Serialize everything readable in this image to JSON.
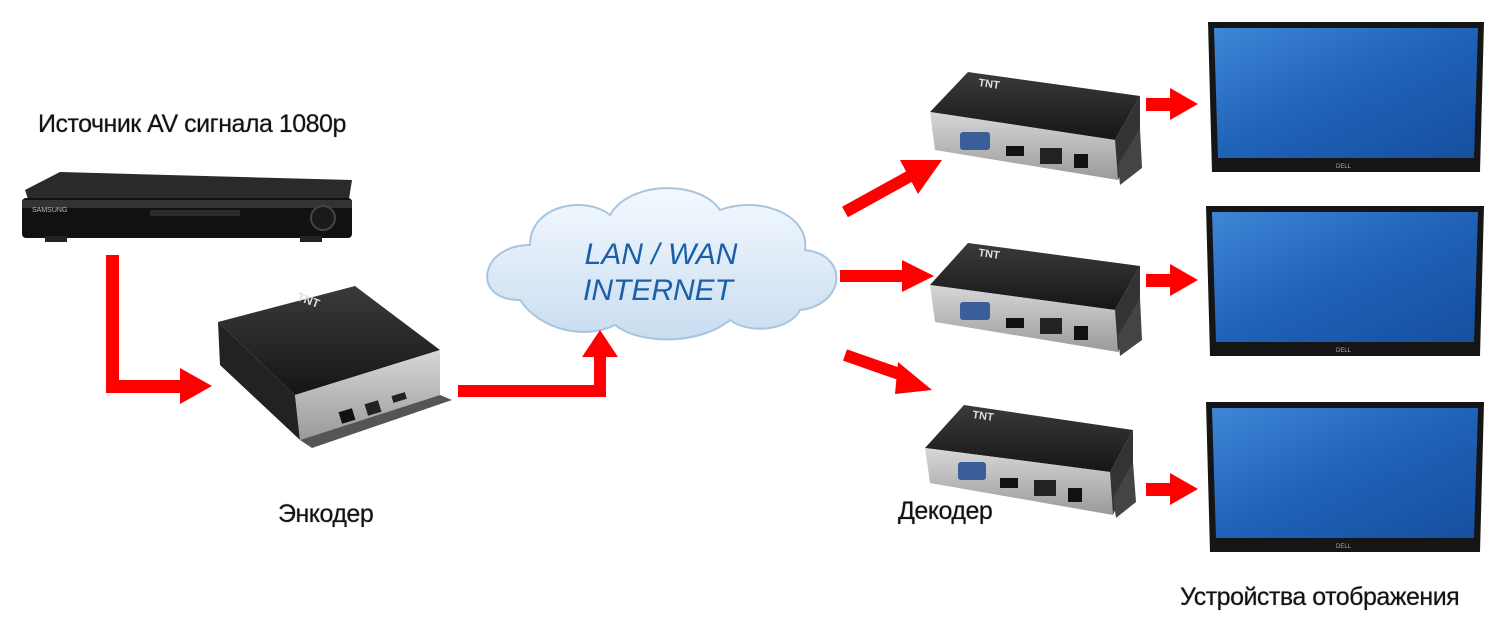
{
  "labels": {
    "source": "Источник AV сигнала 1080p",
    "encoder": "Энкодер",
    "decoder": "Декодер",
    "displays": "Устройства отображения"
  },
  "cloud": {
    "line1": "LAN / WAN",
    "line2": "INTERNET"
  },
  "devices": {
    "source_brand": "SAMSUNG",
    "device_brand": "TNT",
    "monitor_brand": "DELL"
  },
  "colors": {
    "arrow": "#ff0000",
    "cloud_text": "#1a5fa8",
    "cloud_fill": "#dceaf6",
    "device_body": "#1c1c1c",
    "screen": "#1f5fb3"
  }
}
